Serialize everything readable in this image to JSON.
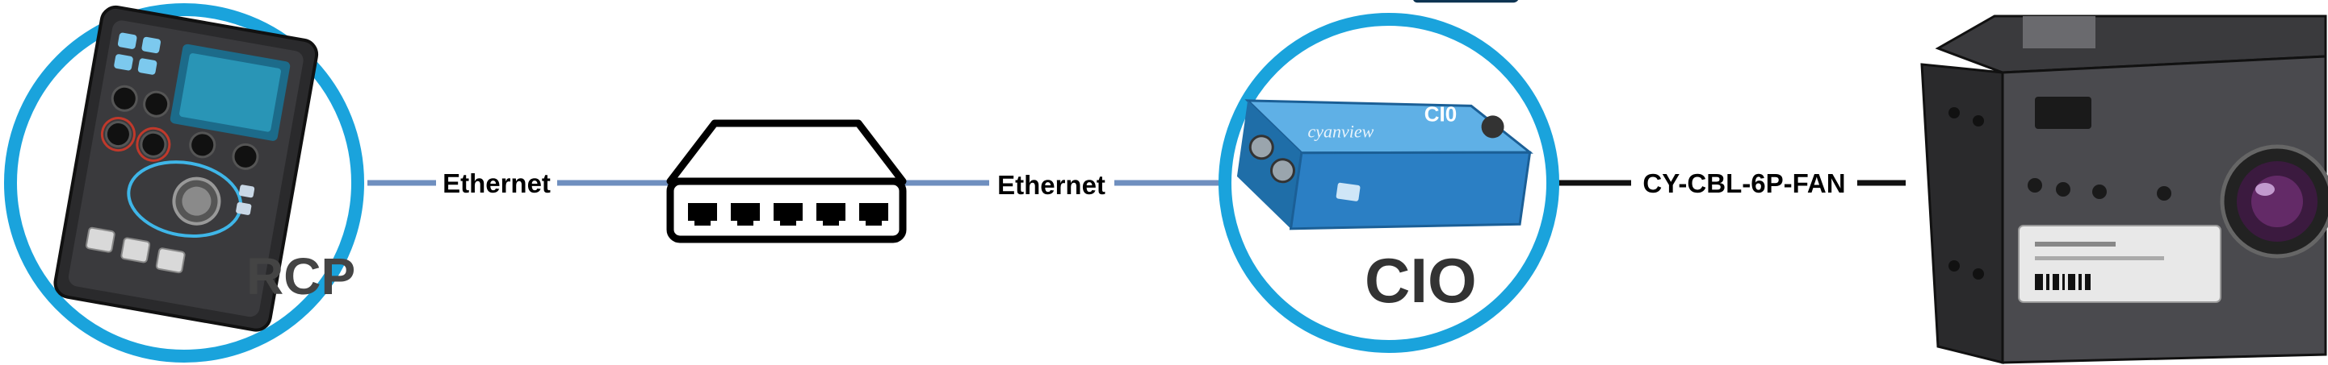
{
  "nodes": {
    "rcp": {
      "label": "RCP"
    },
    "cio": {
      "label": "CIO"
    }
  },
  "connections": {
    "rcp_to_switch": {
      "label": "Ethernet"
    },
    "switch_to_cio": {
      "label": "Ethernet"
    },
    "cio_to_camera": {
      "label": "CY-CBL-6P-FAN"
    }
  },
  "colors": {
    "circle_ring": "#1aa3dc",
    "ethernet_line": "#6f8fbf",
    "cable_line": "#111111",
    "cio_body": "#2b7fc4",
    "switch_outline": "#000000"
  }
}
